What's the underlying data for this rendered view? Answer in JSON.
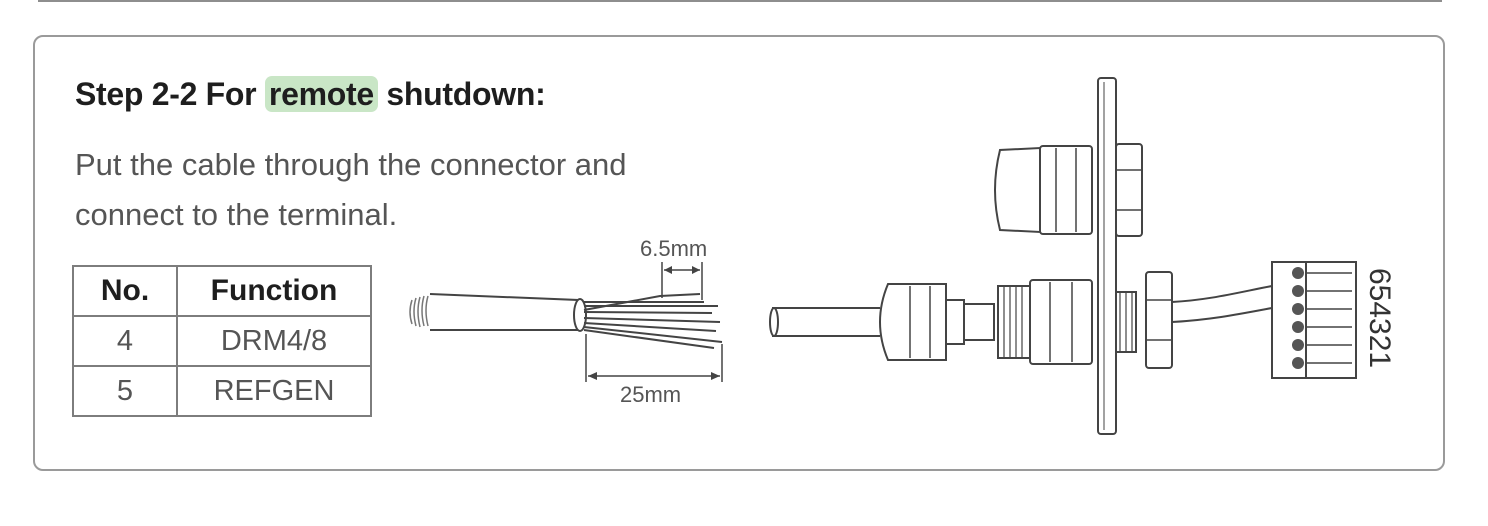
{
  "heading": {
    "before": "Step 2-2 For ",
    "highlight": "remote",
    "after": " shutdown:"
  },
  "description": {
    "line1": "Put the cable through the connector and",
    "line2": "connect to the terminal."
  },
  "table": {
    "headers": [
      "No.",
      "Function"
    ],
    "rows": [
      [
        "4",
        "DRM4/8"
      ],
      [
        "5",
        "REFGEN"
      ]
    ]
  },
  "figure": {
    "dim_strip": "6.5mm",
    "dim_total": "25mm",
    "terminal_pins": "654321"
  },
  "colors": {
    "highlight": "#c9e6c6",
    "border": "#9a9a9a"
  }
}
